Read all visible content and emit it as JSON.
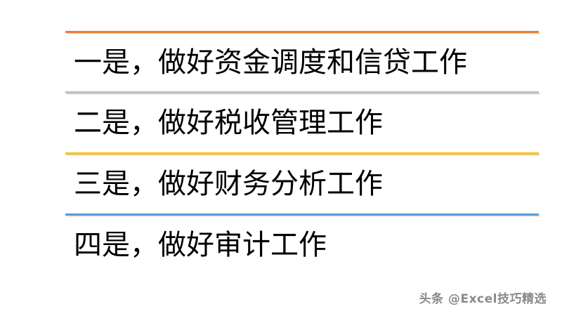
{
  "slide": {
    "background_color": "#FFFFFF",
    "items": [
      {
        "text": "一是，做好资金调度和信贷工作",
        "rule_color": "#ED7D31",
        "rule_name": "orange"
      },
      {
        "text": "二是，做好税收管理工作",
        "rule_color": "#BFBFBF",
        "rule_name": "gray"
      },
      {
        "text": "三是，做好财务分析工作",
        "rule_color": "#FFC000",
        "rule_name": "yellow"
      },
      {
        "text": "四是，做好审计工作",
        "rule_color": "#5B9BD5",
        "rule_name": "blue"
      }
    ]
  },
  "watermark": {
    "text": "头条 @Excel技巧精选"
  }
}
